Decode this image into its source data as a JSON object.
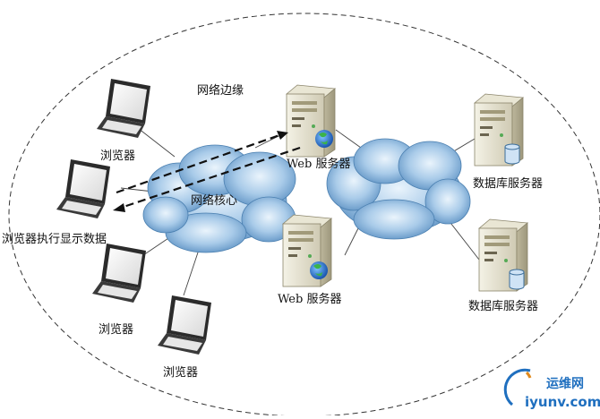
{
  "labels": {
    "network_edge": "网络边缘",
    "network_core": "网络核心",
    "browser": "浏览器",
    "browser_display": "浏览器执行显示数据",
    "web_server": "Web  服务器",
    "db_server": "数据库服务器"
  },
  "watermark": {
    "cn": "运维网",
    "url": "iyunv.com"
  },
  "colors": {
    "cloud_light": "#d6e8f7",
    "cloud_dark": "#6a9fcf",
    "server_body": "#ece9d8",
    "monitor_frame": "#333333",
    "watermark_blue": "#1f6fbf",
    "watermark_orange": "#e08a1e"
  }
}
